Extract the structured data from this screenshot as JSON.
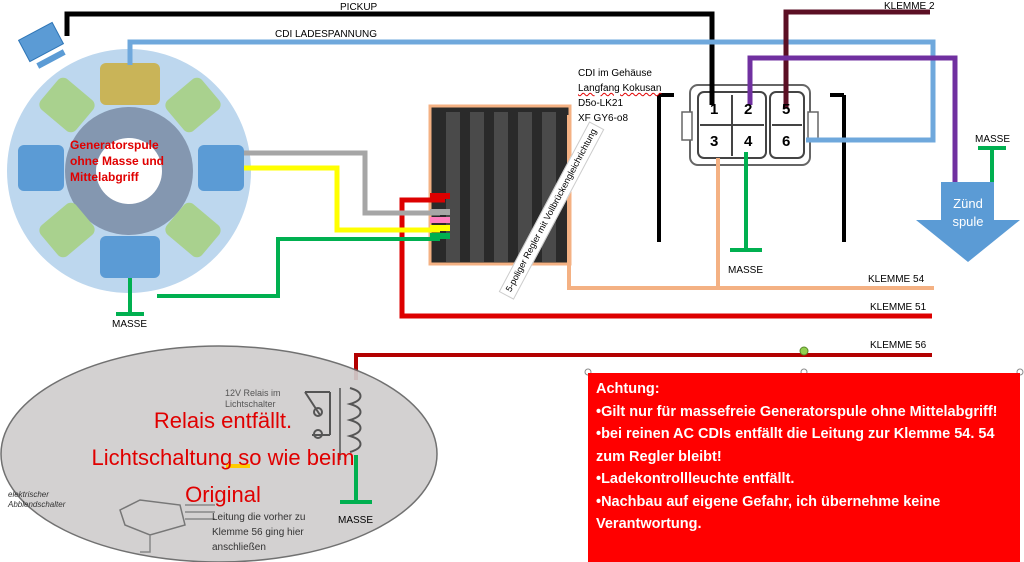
{
  "labels": {
    "pickup": "PICKUP",
    "cdi_ladespannung": "CDI LADESPANNUNG",
    "klemme2": "KLEMME 2",
    "klemme54": "KLEMME 54",
    "klemme51": "KLEMME 51",
    "klemme56": "KLEMME 56",
    "masse_left": "MASSE",
    "masse_cdi": "MASSE",
    "masse_right": "MASSE",
    "masse_relais": "MASSE"
  },
  "generator": {
    "text": "Generatorspule ohne Masse und Mittelabgriff"
  },
  "regler": {
    "text": "5-poliger Regler mit Vollbrückengleichrichtung"
  },
  "cdi": {
    "line1": "CDI im Gehäuse",
    "line2": "Langfang Kokusan",
    "line3": "D5o-LK21",
    "line4": "XF GY6-o8",
    "pins": [
      "1",
      "2",
      "5",
      "3",
      "4",
      "6"
    ]
  },
  "zuendspule": {
    "text": "Zünd spule"
  },
  "relais": {
    "note": "Relais entfällt. Lichtschaltung so wie beim Original",
    "small": "12V Relais im Lichtschalter",
    "lamp_label": "elektrischer Abblendschalter",
    "leitung": "Leitung die vorher zu Klemme 56 ging hier anschließen"
  },
  "warning": {
    "title": "Achtung:",
    "items": [
      "•Gilt nur für massefreie Generatorspule ohne Mittelabgriff!",
      "•bei reinen AC CDIs entfällt die Leitung zur  Klemme 54.  54 zum Regler bleibt!",
      "•Ladekontrollleuchte entfällt.",
      "•Nachbau auf eigene Gefahr, ich übernehme keine Verantwortung."
    ]
  },
  "colors": {
    "pickup_wire": "#000000",
    "lade_wire": "#6fa8dc",
    "klemme2_wire": "#5b0f24",
    "purple_wire": "#7030a0",
    "red_wire": "#dd0000",
    "yellow_wire": "#ffff00",
    "green_wire": "#00b050",
    "gray_wire": "#a6a6a6",
    "peach_wire": "#f4b183",
    "warning_bg": "#ff0000"
  }
}
